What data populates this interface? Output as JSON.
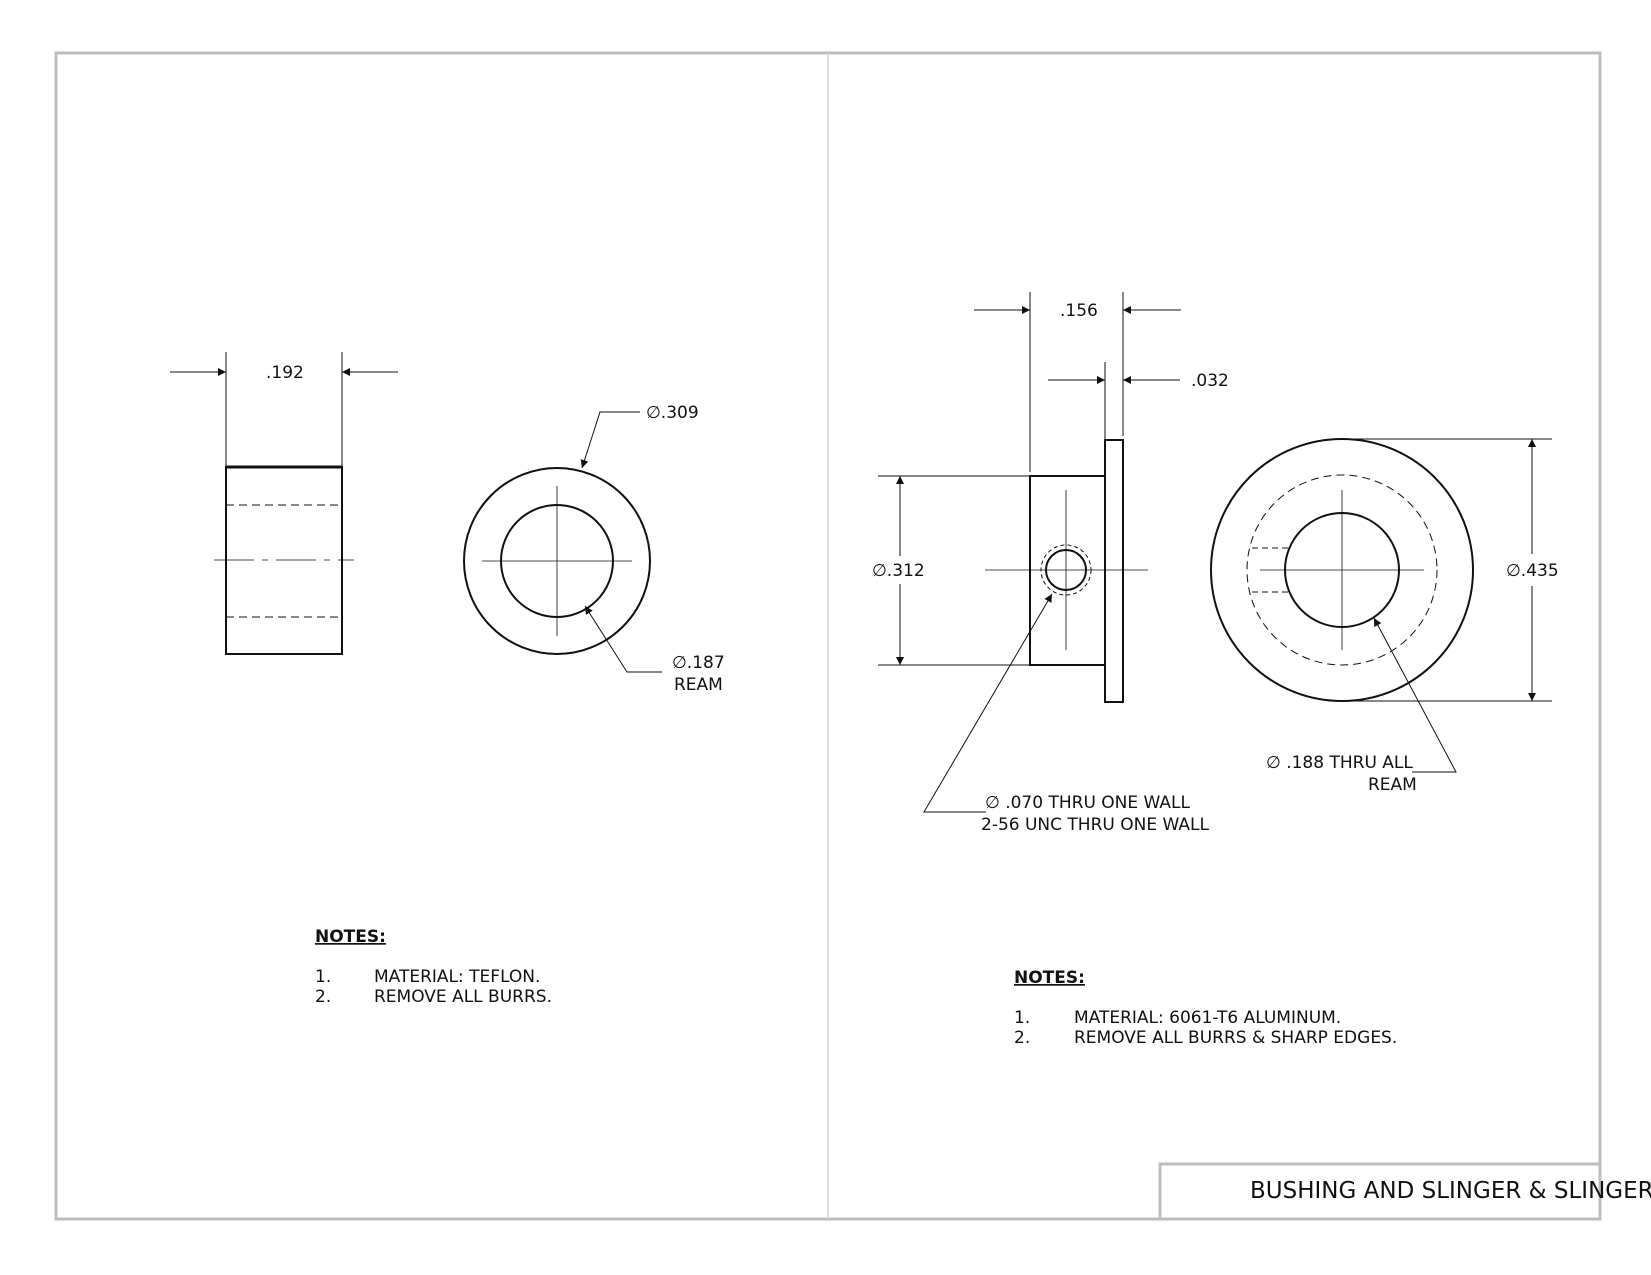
{
  "drawing": {
    "title": "BUSHING AND SLINGER & SLINGER",
    "left_part": {
      "dim_length": ".192",
      "dim_od": "∅.309",
      "dim_id": "∅.187",
      "dim_id_note": "REAM",
      "notes_heading": "NOTES:",
      "notes": [
        {
          "num": "1.",
          "text": "MATERIAL: TEFLON."
        },
        {
          "num": "2.",
          "text": "REMOVE ALL BURRS."
        }
      ]
    },
    "right_part": {
      "dim_length": ".156",
      "dim_flange": ".032",
      "dim_hub_od": "∅.312",
      "dim_flange_od": "∅.435",
      "hole_note_line1": "∅ .070 THRU  ONE WALL",
      "hole_note_line2": "2-56 UNC   THRU  ONE WALL",
      "bore_note_line1": "∅ .188 THRU ALL",
      "bore_note_line2": "REAM",
      "notes_heading": "NOTES:",
      "notes": [
        {
          "num": "1.",
          "text": "MATERIAL: 6061-T6 ALUMINUM."
        },
        {
          "num": "2.",
          "text": "REMOVE ALL BURRS & SHARP EDGES."
        }
      ]
    }
  }
}
